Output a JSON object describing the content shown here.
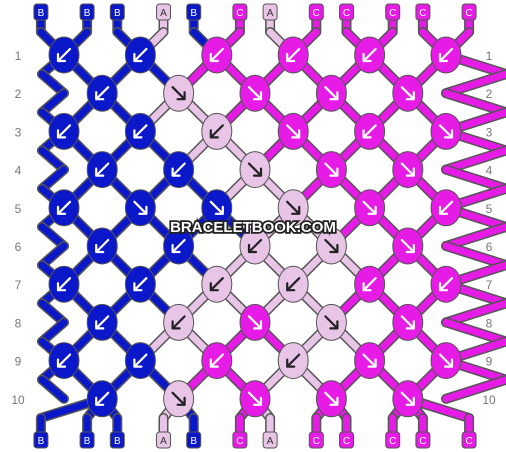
{
  "watermark": "BRACELETBOOK.COM",
  "row_numbers": [
    "1",
    "2",
    "3",
    "4",
    "5",
    "6",
    "7",
    "8",
    "9",
    "10"
  ],
  "top_labels": [
    "B",
    "B",
    "B",
    "A",
    "B",
    "C",
    "A",
    "C",
    "C",
    "C",
    "C",
    "C"
  ],
  "bottom_labels": [
    "B",
    "B",
    "B",
    "A",
    "B",
    "C",
    "A",
    "C",
    "C",
    "C",
    "C",
    "C"
  ],
  "colors": {
    "A": "#e8c4e6",
    "B": "#0b18c9",
    "C": "#e61ce6",
    "outline": "#555555",
    "line_label": "#777777"
  },
  "knot_rows": [
    {
      "row": "1",
      "knots": [
        [
          "B",
          "BL"
        ],
        [
          "B",
          "BL"
        ],
        [
          "C",
          "BL"
        ],
        [
          "C",
          "BL"
        ],
        [
          "C",
          "BL"
        ],
        [
          "C",
          "BL"
        ]
      ]
    },
    {
      "row": "2",
      "knots": [
        [
          "B",
          "BL"
        ],
        [
          "A",
          "BR"
        ],
        [
          "C",
          "BR"
        ],
        [
          "C",
          "BR"
        ],
        [
          "C",
          "BR"
        ]
      ]
    },
    {
      "row": "3",
      "knots": [
        [
          "B",
          "BL"
        ],
        [
          "B",
          "BL"
        ],
        [
          "A",
          "BL"
        ],
        [
          "C",
          "BR"
        ],
        [
          "C",
          "BL"
        ],
        [
          "C",
          "BR"
        ]
      ]
    },
    {
      "row": "4",
      "knots": [
        [
          "B",
          "BL"
        ],
        [
          "B",
          "BL"
        ],
        [
          "A",
          "BR"
        ],
        [
          "C",
          "BR"
        ],
        [
          "C",
          "BR"
        ]
      ]
    },
    {
      "row": "5",
      "knots": [
        [
          "B",
          "BL"
        ],
        [
          "B",
          "BR"
        ],
        [
          "B",
          "BR"
        ],
        [
          "A",
          "BR"
        ],
        [
          "C",
          "BR"
        ],
        [
          "C",
          "BL"
        ]
      ]
    },
    {
      "row": "6",
      "knots": [
        [
          "B",
          "BL"
        ],
        [
          "B",
          "BL"
        ],
        [
          "A",
          "BL"
        ],
        [
          "A",
          "BR"
        ],
        [
          "C",
          "BR"
        ]
      ]
    },
    {
      "row": "7",
      "knots": [
        [
          "B",
          "BL"
        ],
        [
          "B",
          "BL"
        ],
        [
          "A",
          "BL"
        ],
        [
          "A",
          "BL"
        ],
        [
          "C",
          "BL"
        ],
        [
          "C",
          "BL"
        ]
      ]
    },
    {
      "row": "8",
      "knots": [
        [
          "B",
          "BL"
        ],
        [
          "A",
          "BL"
        ],
        [
          "C",
          "BR"
        ],
        [
          "A",
          "BR"
        ],
        [
          "C",
          "BR"
        ]
      ]
    },
    {
      "row": "9",
      "knots": [
        [
          "B",
          "BL"
        ],
        [
          "B",
          "BL"
        ],
        [
          "C",
          "BL"
        ],
        [
          "A",
          "BL"
        ],
        [
          "C",
          "BR"
        ],
        [
          "C",
          "BR"
        ]
      ]
    },
    {
      "row": "10",
      "knots": [
        [
          "B",
          "BL"
        ],
        [
          "A",
          "BR"
        ],
        [
          "C",
          "BR"
        ],
        [
          "C",
          "BR"
        ],
        [
          "C",
          "BR"
        ]
      ]
    }
  ]
}
